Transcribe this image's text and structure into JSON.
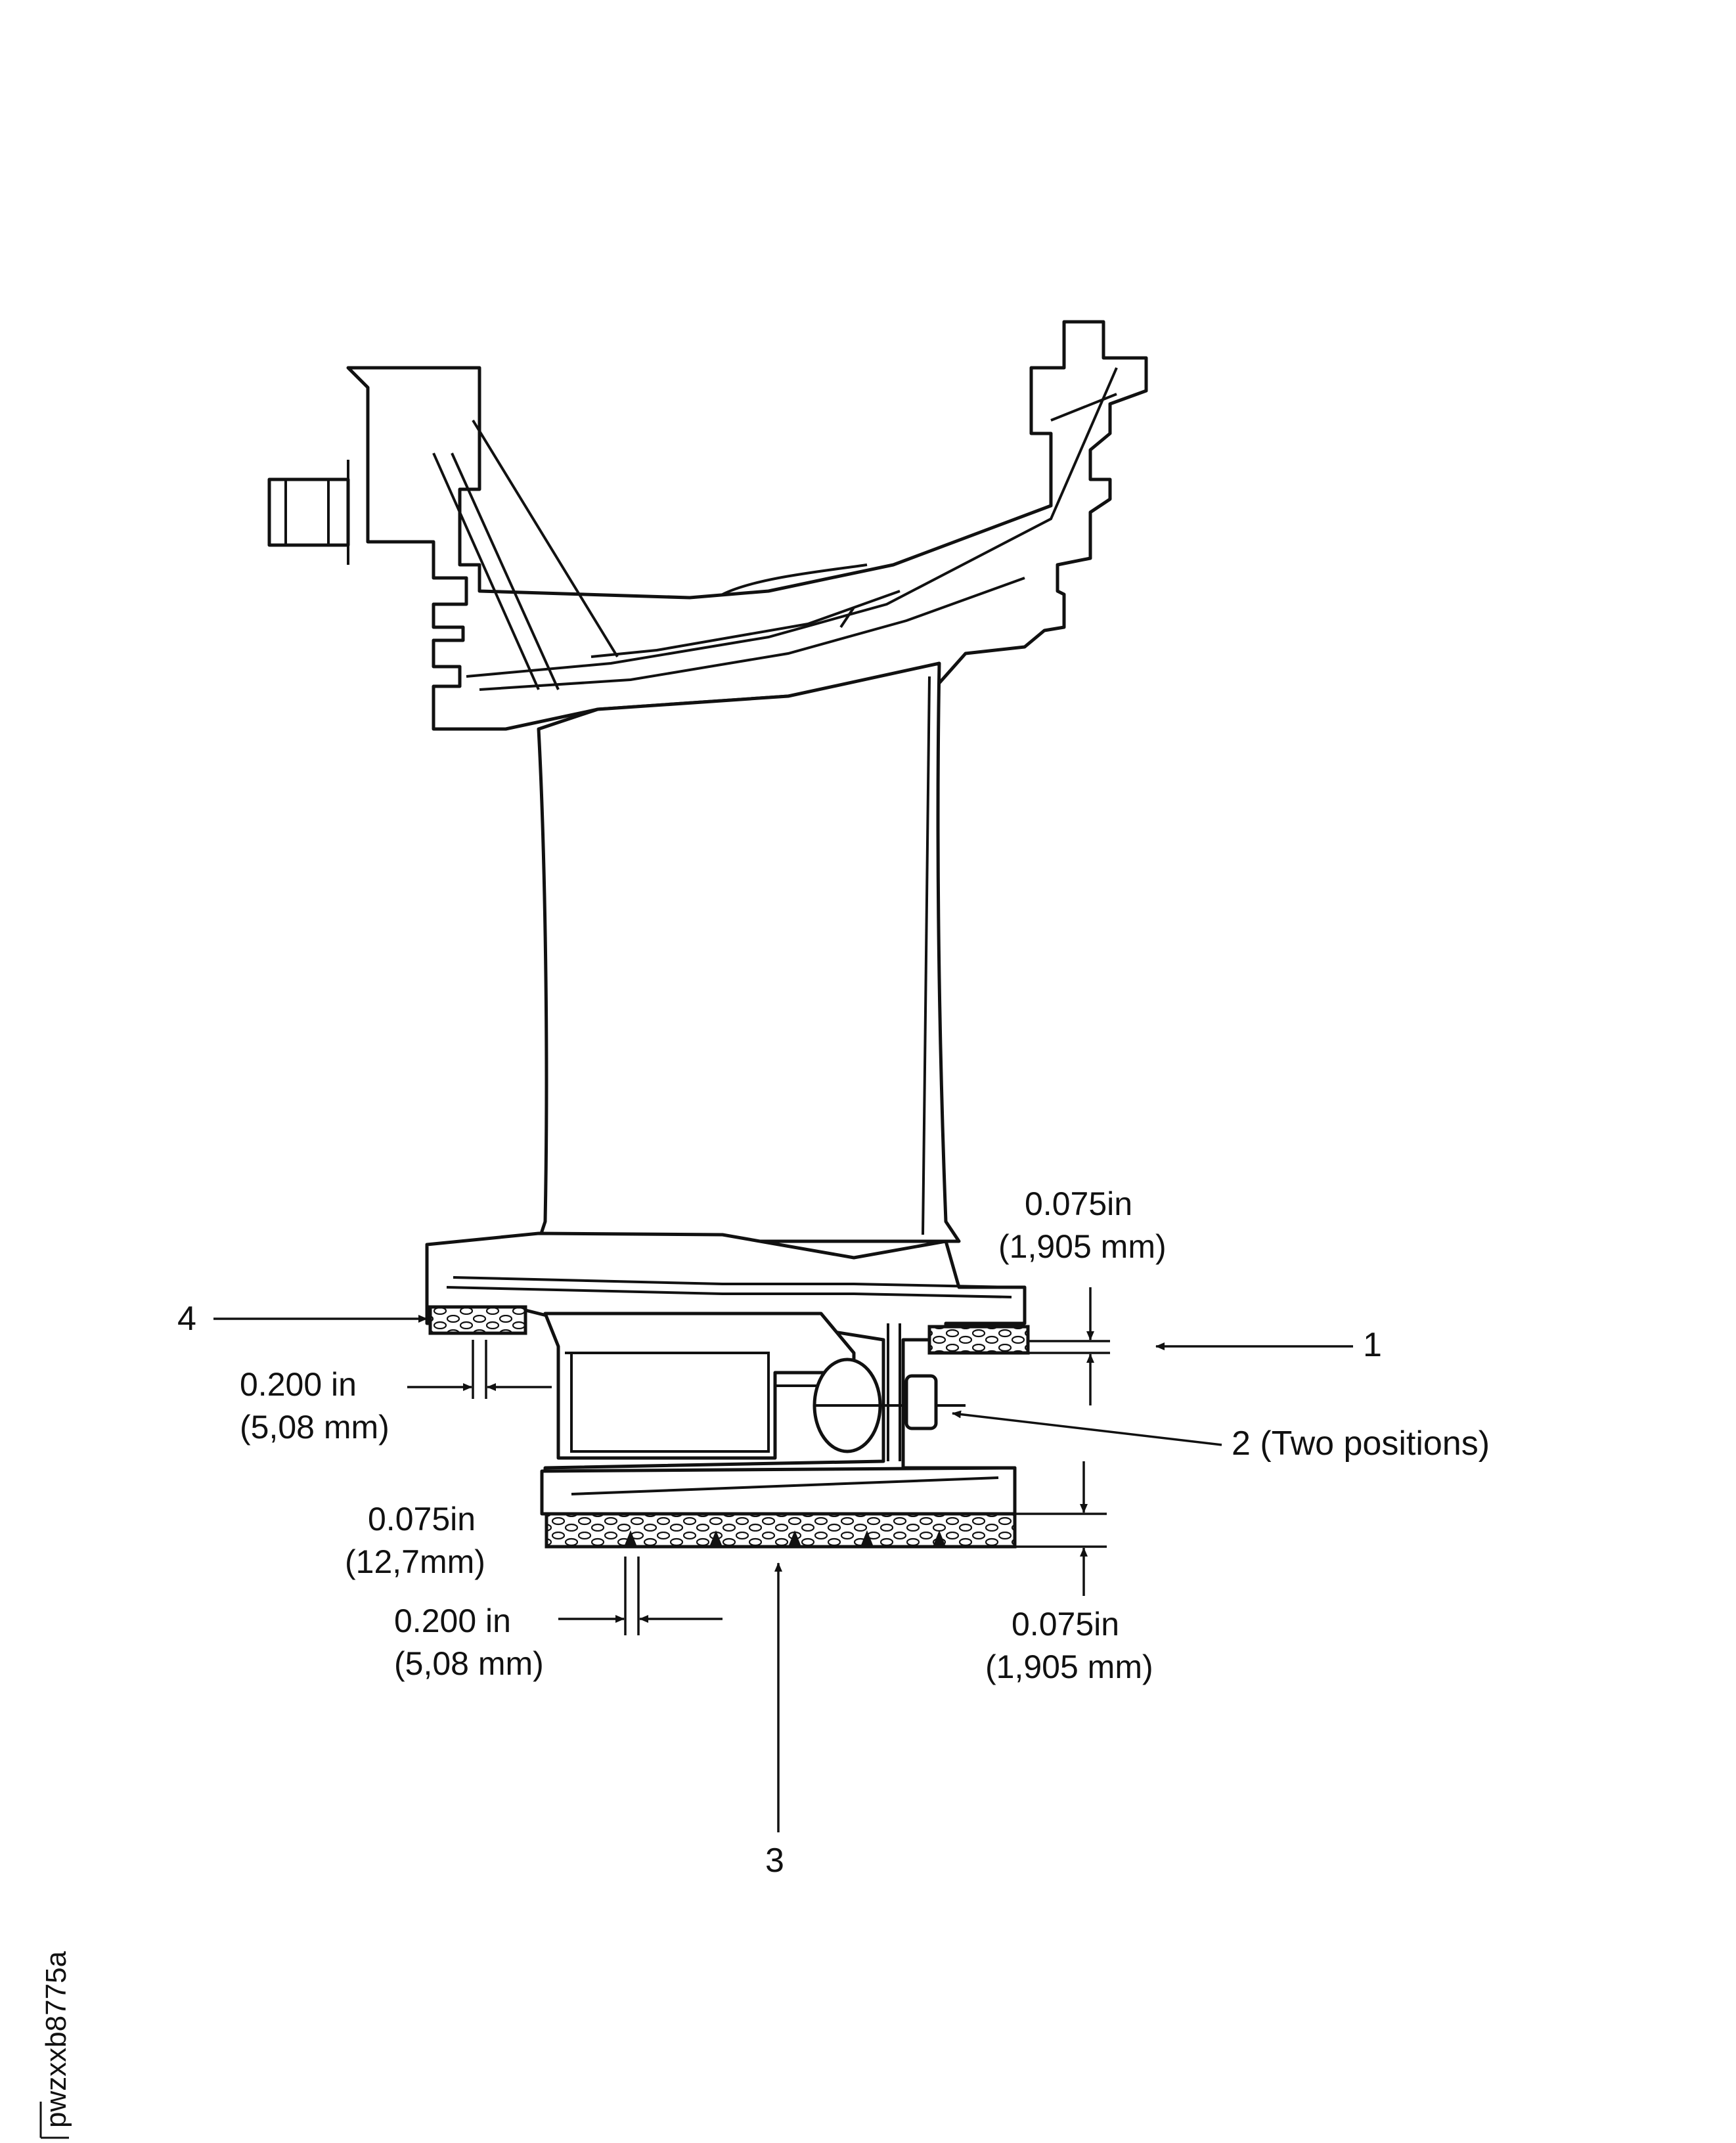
{
  "figure": {
    "callouts": {
      "c1": "1",
      "c2": "2 (Two positions)",
      "c3": "3",
      "c4": "4"
    },
    "dimensions": {
      "top_right_in": "0.075in",
      "top_right_mm": "(1,905 mm)",
      "left_gap_in": "0.200 in",
      "left_gap_mm": "(5,08 mm)",
      "lower_left_in": "0.075in",
      "lower_left_mm": "(12,7mm)",
      "lower_gap_in": "0.200 in",
      "lower_gap_mm": "(5,08 mm)",
      "lower_right_in": "0.075in",
      "lower_right_mm": "(1,905 mm)"
    },
    "drawing_code": "pwzxxb8775a"
  }
}
